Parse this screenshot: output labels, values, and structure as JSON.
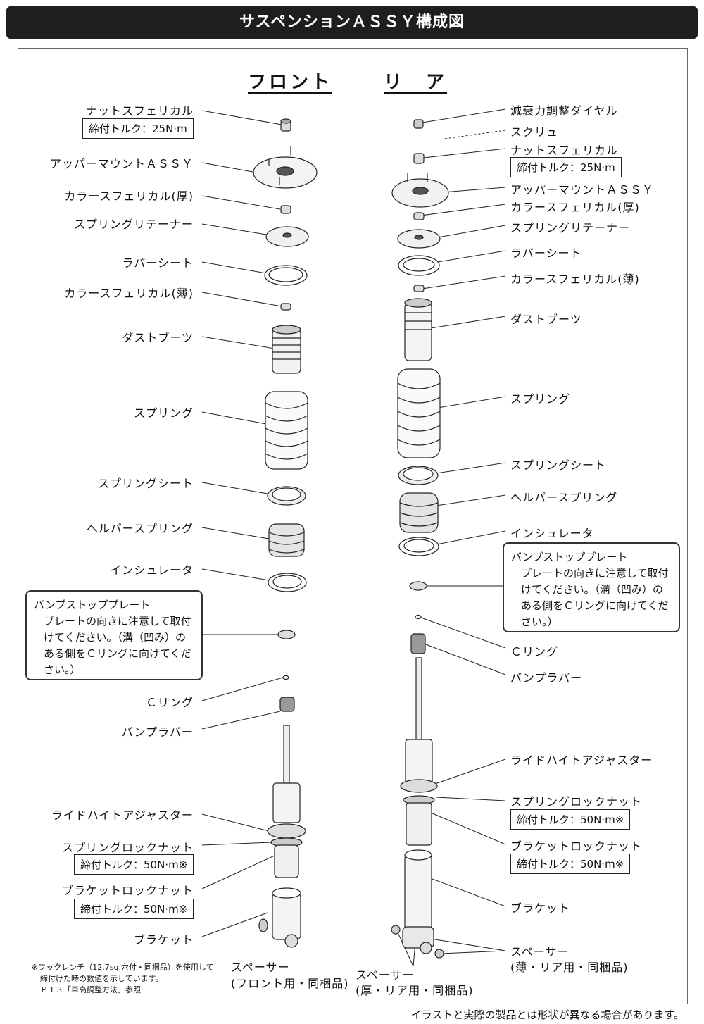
{
  "title": "サスペンションＡＳＳＹ構成図",
  "front": {
    "heading": "フロント",
    "labels": {
      "nut": "ナットスフェリカル",
      "nut_torque": "締付トルク：25N·m",
      "upper_mount": "アッパーマウントＡＳＳＹ",
      "collar_thick": "カラースフェリカル(厚)",
      "spring_retainer": "スプリングリテーナー",
      "rubber_seat": "ラバーシート",
      "collar_thin": "カラースフェリカル(薄)",
      "dust_boots": "ダストブーツ",
      "spring": "スプリング",
      "spring_seat": "スプリングシート",
      "helper_spring": "ヘルパースプリング",
      "insulator": "インシュレータ",
      "c_ring": "Ｃリング",
      "bump_rubber": "バンプラバー",
      "ride_height": "ライドハイトアジャスター",
      "spring_lock_nut": "スプリングロックナット",
      "spring_lock_torque": "締付トルク：50N·m※",
      "bracket_lock_nut": "ブラケットロックナット",
      "bracket_lock_torque": "締付トルク：50N·m※",
      "bracket": "ブラケット",
      "spacer": "スペーサー",
      "spacer_sub": "(フロント用・同梱品)"
    },
    "note": {
      "title": "バンプストッププレート",
      "body": [
        "プレートの向きに注意して取付",
        "けてください。（溝（凹み）の",
        "ある側をＣリングに向けてくだ",
        "さい。）"
      ]
    }
  },
  "rear": {
    "heading": "リ　ア",
    "labels": {
      "dial": "減衰力調整ダイヤル",
      "screw": "スクリュ",
      "nut": "ナットスフェリカル",
      "nut_torque": "締付トルク：25N·m",
      "upper_mount": "アッパーマウントＡＳＳＹ",
      "collar_thick": "カラースフェリカル(厚)",
      "spring_retainer": "スプリングリテーナー",
      "rubber_seat": "ラバーシート",
      "collar_thin": "カラースフェリカル(薄)",
      "dust_boots": "ダストブーツ",
      "spring": "スプリング",
      "spring_seat": "スプリングシート",
      "helper_spring": "ヘルパースプリング",
      "insulator": "インシュレータ",
      "c_ring": "Ｃリング",
      "bump_rubber": "バンプラバー",
      "ride_height": "ライドハイトアジャスター",
      "spring_lock_nut": "スプリングロックナット",
      "spring_lock_torque": "締付トルク：50N·m※",
      "bracket_lock_nut": "ブラケットロックナット",
      "bracket_lock_torque": "締付トルク：50N·m※",
      "bracket": "ブラケット",
      "spacer_thin": "スペーサー",
      "spacer_thin_sub": "(薄・リア用・同梱品)",
      "spacer_thick": "スペーサー",
      "spacer_thick_sub": "(厚・リア用・同梱品)"
    },
    "note": {
      "title": "バンプストッププレート",
      "body": [
        "プレートの向きに注意して取付",
        "けてください。（溝（凹み）の",
        "ある側をＣリングに向けてくだ",
        "さい。）"
      ]
    }
  },
  "footnote": [
    "※フックレンチ（12.7sq 穴付・同梱品）を使用して",
    "締付けた時の数値を示しています。",
    "Ｐ１３「車高調整方法」参照"
  ],
  "footer": "イラストと実際の製品とは形状が異なる場合があります。"
}
